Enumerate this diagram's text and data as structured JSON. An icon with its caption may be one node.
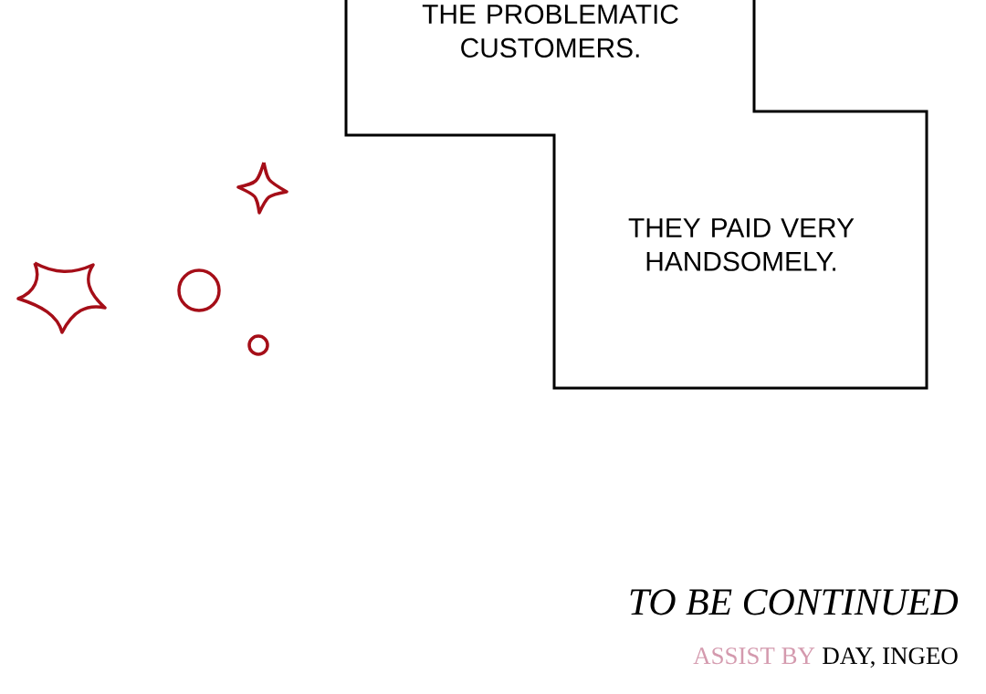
{
  "diagram": {
    "nodes": [
      {
        "text": [
          "THE PROBLEMATIC CUSTOMERS."
        ]
      },
      {
        "text": [
          "THEY PAID VERY HANDSOMELY."
        ]
      }
    ],
    "labels": [
      "TO BE CONTINUED",
      "ASSIST BY",
      "DAY, INGEO"
    ]
  }
}
